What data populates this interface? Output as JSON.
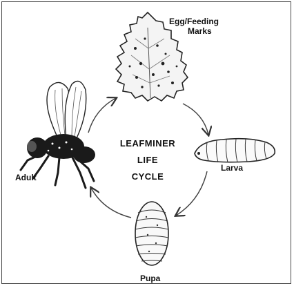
{
  "diagram": {
    "center": [
      "LEAFMINER",
      "LIFE",
      "CYCLE"
    ],
    "stages": {
      "leaf": [
        "Egg/Feeding",
        "Marks"
      ],
      "larva": "Larva",
      "pupa": "Pupa",
      "adult": "Adult"
    }
  }
}
